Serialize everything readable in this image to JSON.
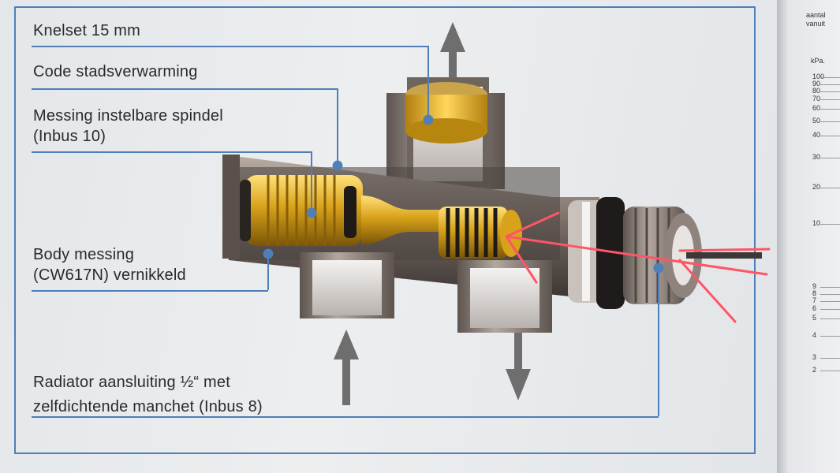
{
  "labels": {
    "knelset": "Knelset 15 mm",
    "code": "Code stadsverwarming",
    "spindel_line1": "Messing instelbare spindel",
    "spindel_line2": "(Inbus 10)",
    "body_line1": "Body messing",
    "body_line2": "(CW617N) vernikkeld",
    "radiator_line1": "Radiator aansluiting ½“ met",
    "radiator_line2": "zelfdichtende manchet (Inbus 8)"
  },
  "side_panel": {
    "header_line1": "aantal",
    "header_line2": "vanuit",
    "unit": "kPa.",
    "ticks": [
      "100",
      "90",
      "80",
      "70",
      "60",
      "50",
      "40",
      "30",
      "20",
      "10",
      "9",
      "8",
      "7",
      "6",
      "5",
      "4",
      "3",
      "2"
    ]
  },
  "colors": {
    "frame": "#4f7fb6",
    "brass": "#d8a21a",
    "nickel": "#8a7e76",
    "annotation": "#ff5566"
  }
}
